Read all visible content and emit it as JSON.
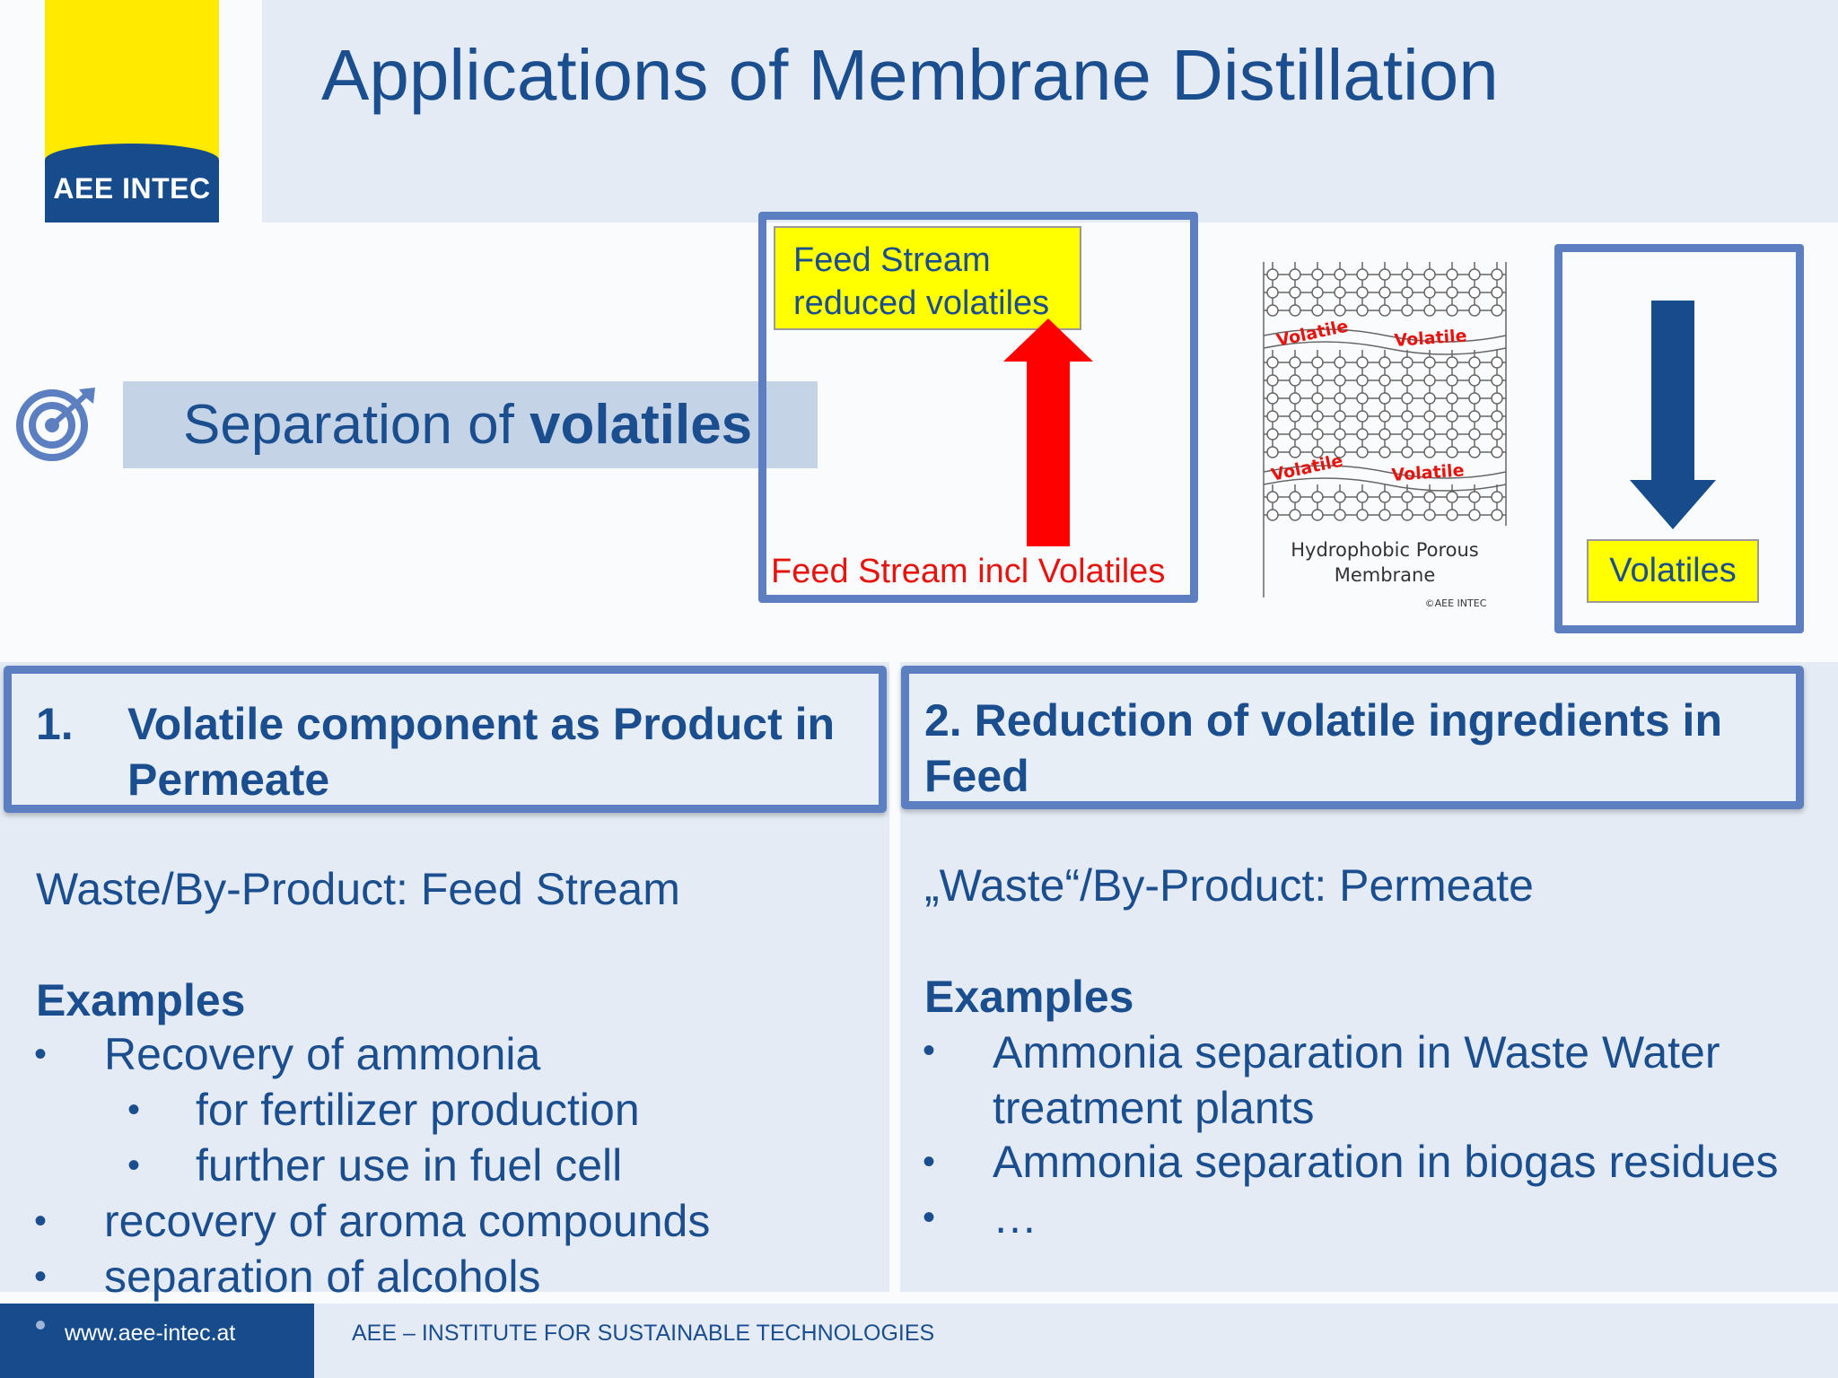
{
  "header": {
    "logo_text": "AEE INTEC",
    "title": "Applications of Membrane Distillation"
  },
  "separation": {
    "label_prefix": "Separation of ",
    "label_bold": "volatiles"
  },
  "feed_diagram": {
    "reduced_line1": "Feed Stream",
    "reduced_line2": "reduced volatiles",
    "incl_label": "Feed Stream incl Volatiles"
  },
  "membrane": {
    "volatile_labels": [
      "Volatile",
      "Volatile",
      "Volatile",
      "Volatile"
    ],
    "caption_line1": "Hydrophobic Porous",
    "caption_line2": "Membrane",
    "copyright": "©AEE INTEC"
  },
  "volatiles_box": {
    "label": "Volatiles"
  },
  "left_column": {
    "heading_number": "1.",
    "heading_text": "Volatile component as Product in Permeate",
    "waste_line": "Waste/By-Product: Feed Stream",
    "examples_label": "Examples",
    "bullets": [
      "Recovery of ammonia",
      "for fertilizer production",
      "further use in fuel cell",
      "recovery of aroma compounds",
      "separation of alcohols"
    ],
    "bullet_symbol": "•"
  },
  "right_column": {
    "heading_text": "2. Reduction of volatile ingredients in Feed",
    "waste_line": "„Waste“/By-Product: Permeate",
    "examples_label": "Examples",
    "bullets": [
      "Ammonia separation in Waste Water treatment plants",
      "Ammonia separation in biogas residues",
      "…"
    ]
  },
  "footer": {
    "url": "www.aee-intec.at",
    "org": "AEE – INSTITUTE FOR SUSTAINABLE TECHNOLOGIES"
  },
  "colors": {
    "brand_blue": "#164b8c",
    "text_blue": "#1b4e8f",
    "frame_blue": "#5b7fc1",
    "logo_yellow": "#ffea00",
    "highlight_yellow": "#ffff00",
    "arrow_red": "#ff0000"
  },
  "icons": [
    "target-icon",
    "up-arrow-icon",
    "down-arrow-icon"
  ]
}
